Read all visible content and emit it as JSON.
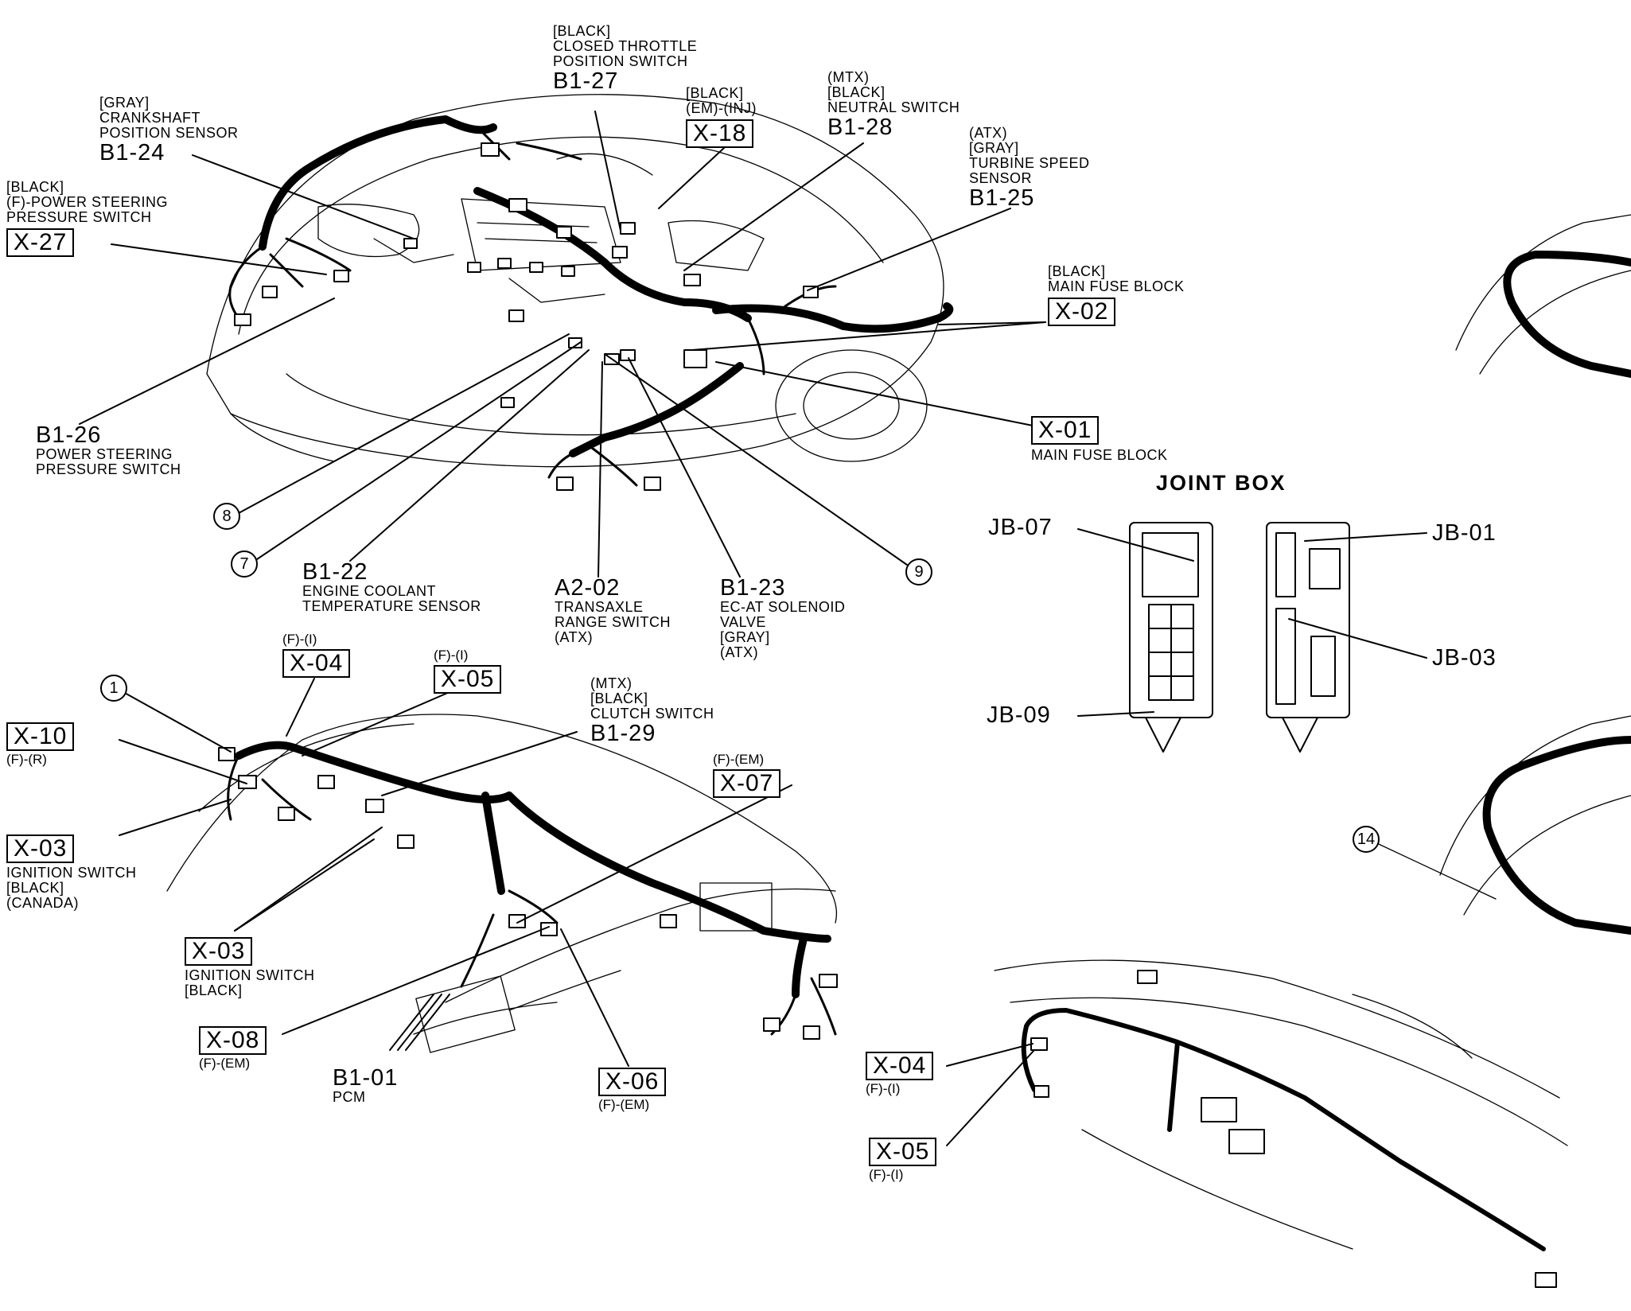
{
  "engine": {
    "b1_27": {
      "desc": "[BLACK]\nCLOSED THROTTLE\nPOSITION SWITCH",
      "code": "B1-27"
    },
    "x_18": {
      "desc": "[BLACK]\n(EM)-(INJ)",
      "code": "X-18"
    },
    "b1_28": {
      "desc": "(MTX)\n[BLACK]\nNEUTRAL SWITCH",
      "code": "B1-28"
    },
    "b1_24": {
      "desc": "[GRAY]\nCRANKSHAFT\nPOSITION SENSOR",
      "code": "B1-24"
    },
    "b1_25": {
      "desc": "(ATX)\n[GRAY]\nTURBINE SPEED\nSENSOR",
      "code": "B1-25"
    },
    "x_27": {
      "desc": "[BLACK]\n(F)-POWER STEERING\nPRESSURE SWITCH",
      "code": "X-27"
    },
    "x_02": {
      "desc": "[BLACK]\nMAIN FUSE BLOCK",
      "code": "X-02"
    },
    "x_01": {
      "code": "X-01",
      "desc": "MAIN FUSE BLOCK"
    },
    "b1_26": {
      "code": "B1-26",
      "desc": "POWER STEERING\nPRESSURE SWITCH"
    },
    "b1_22": {
      "code": "B1-22",
      "desc": "ENGINE COOLANT\nTEMPERATURE SENSOR"
    },
    "a2_02": {
      "code": "A2-02",
      "desc": "TRANSAXLE\nRANGE SWITCH\n(ATX)"
    },
    "b1_23": {
      "code": "B1-23",
      "desc": "EC-AT SOLENOID\nVALVE\n[GRAY]\n(ATX)"
    },
    "circles": {
      "c8": "8",
      "c7": "7",
      "c9": "9"
    }
  },
  "joint_box": {
    "title": "JOINT BOX",
    "jb07": "JB-07",
    "jb09": "JB-09",
    "jb01": "JB-01",
    "jb03": "JB-03"
  },
  "dash": {
    "x_04": {
      "sub": "(F)-(I)",
      "code": "X-04"
    },
    "x_05": {
      "sub": "(F)-(I)",
      "code": "X-05"
    },
    "b1_29": {
      "desc": "(MTX)\n[BLACK]\nCLUTCH SWITCH",
      "code": "B1-29"
    },
    "x_10": {
      "code": "X-10",
      "sub": "(F)-(R)"
    },
    "x_03a": {
      "code": "X-03",
      "desc": "IGNITION SWITCH\n[BLACK]\n(CANADA)"
    },
    "x_07": {
      "sub": "(F)-(EM)",
      "code": "X-07"
    },
    "x_03b": {
      "code": "X-03",
      "desc": "IGNITION SWITCH\n[BLACK]"
    },
    "x_08": {
      "code": "X-08",
      "sub": "(F)-(EM)"
    },
    "b1_01": {
      "code": "B1-01",
      "desc": "PCM"
    },
    "x_06": {
      "code": "X-06",
      "sub": "(F)-(EM)"
    },
    "circle1": "1"
  },
  "instrument": {
    "x_04": {
      "code": "X-04",
      "sub": "(F)-(I)"
    },
    "x_05": {
      "code": "X-05",
      "sub": "(F)-(I)"
    }
  },
  "right": {
    "circle14": "14"
  }
}
